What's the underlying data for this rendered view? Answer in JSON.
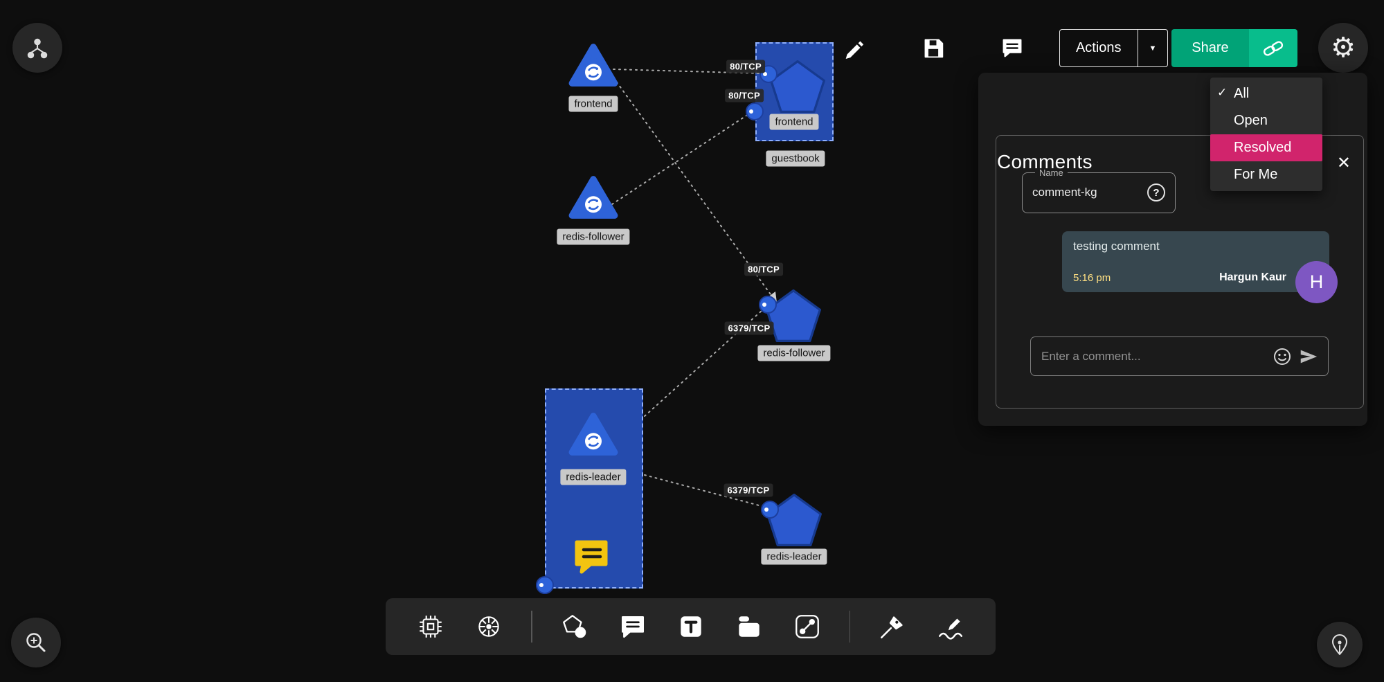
{
  "topbar": {
    "actions": {
      "label": "Actions",
      "caret": "▼"
    },
    "share": {
      "label": "Share"
    },
    "gear_icon": "⚙"
  },
  "filter_menu": {
    "check": "✓",
    "items": [
      {
        "label": "All"
      },
      {
        "label": "Open"
      },
      {
        "label": "Resolved"
      },
      {
        "label": "For Me"
      }
    ],
    "checked_item": "All",
    "highlighted_item": "Resolved",
    "highlight_color": "#d1246c"
  },
  "comments_panel": {
    "title": "Comments",
    "close": "✕",
    "name_field": {
      "label": "Name",
      "value": "comment-kg",
      "help": "?"
    },
    "comment": {
      "message": "testing comment",
      "time": "5:16 pm",
      "author": "Hargun Kaur",
      "initial": "H",
      "avatar_color": "#7e57c2"
    },
    "input_placeholder": "Enter a comment..."
  },
  "canvas": {
    "nodes": [
      {
        "id": "frontend-deployment",
        "shape": "triangle",
        "label": "frontend"
      },
      {
        "id": "frontend-pod",
        "shape": "pentagon",
        "label": "frontend"
      },
      {
        "id": "redis-follower-deployment",
        "shape": "triangle",
        "label": "redis-follower"
      },
      {
        "id": "redis-follower-pod",
        "shape": "pentagon",
        "label": "redis-follower"
      },
      {
        "id": "redis-leader-deployment",
        "shape": "triangle",
        "label": "redis-leader"
      },
      {
        "id": "redis-leader-pod",
        "shape": "pentagon",
        "label": "redis-leader"
      }
    ],
    "groups": [
      {
        "label": "guestbook"
      }
    ],
    "edge_labels": [
      "80/TCP",
      "80/TCP",
      "80/TCP",
      "6379/TCP",
      "6379/TCP"
    ],
    "colors": {
      "node_blue": "#2d5fd6",
      "selection_fill": "#2a55c4",
      "selection_border": "#8fb0ff",
      "comment_pin": "#f2c410"
    }
  }
}
